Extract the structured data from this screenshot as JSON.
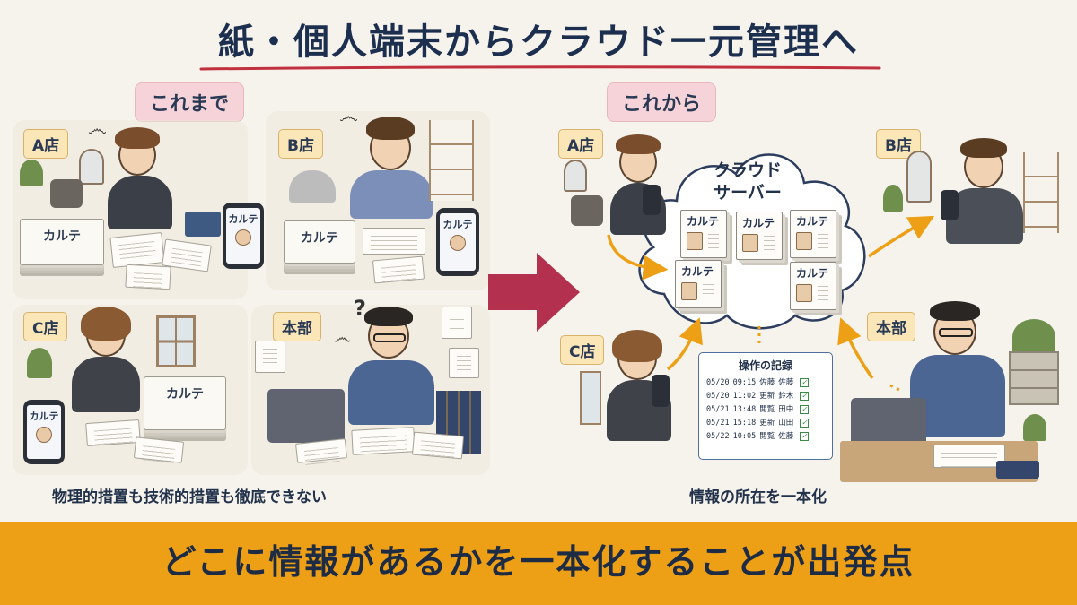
{
  "title": "紙・個人端末からクラウド一元管理へ",
  "sections": {
    "before": {
      "label": "これまで",
      "caption": "物理的措置も技術的措置も徹底できない",
      "stores": {
        "a": "A店",
        "b": "B店",
        "c": "C店",
        "hq": "本部"
      },
      "karte_label": "カルテ"
    },
    "after": {
      "label": "これから",
      "caption": "情報の所在を一本化",
      "stores": {
        "a": "A店",
        "b": "B店",
        "c": "C店",
        "hq": "本部"
      },
      "cloud_label_line1": "クラウド",
      "cloud_label_line2": "サーバー",
      "karte_label": "カルテ"
    }
  },
  "log": {
    "title": "操作の記録",
    "rows": [
      {
        "date": "05/20",
        "time": "09:15",
        "action": "佐藤",
        "user": "佐藤"
      },
      {
        "date": "05/20",
        "time": "11:02",
        "action": "更新",
        "user": "鈴木"
      },
      {
        "date": "05/21",
        "time": "13:48",
        "action": "閲覧",
        "user": "田中"
      },
      {
        "date": "05/21",
        "time": "15:18",
        "action": "更新",
        "user": "山田"
      },
      {
        "date": "05/22",
        "time": "10:05",
        "action": "閲覧",
        "user": "佐藤"
      }
    ]
  },
  "banner": "どこに情報があるかを一本化することが出発点",
  "colors": {
    "banner": "#eda015",
    "pill": "#f6d3d8",
    "tag": "#fbe6b8",
    "arrow_big": "#b3304e",
    "arrow_flow": "#eda015",
    "title_underline": "#c0303e",
    "background": "#f6f3ec"
  }
}
